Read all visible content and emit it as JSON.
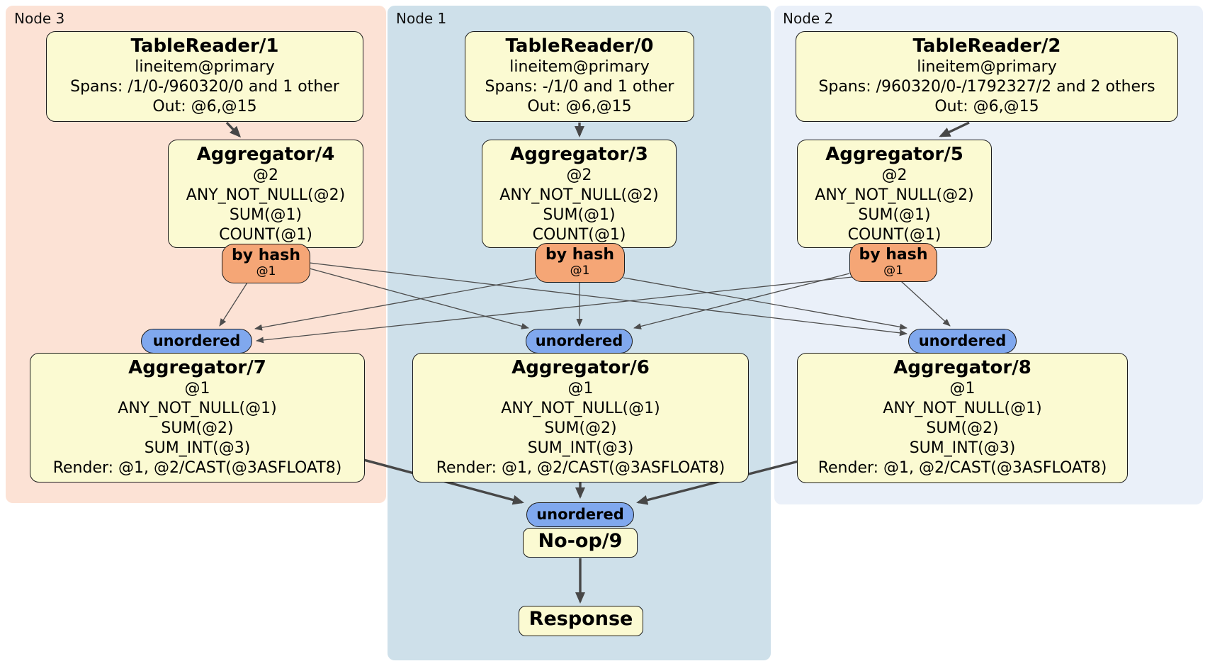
{
  "regions": {
    "node3": {
      "label": "Node 3",
      "bg": "#FCE2D5"
    },
    "node1": {
      "label": "Node 1",
      "bg": "#CEE0EA"
    },
    "node2": {
      "label": "Node 2",
      "bg": "#EAF0F9"
    }
  },
  "processors": {
    "tablereader1": {
      "title": "TableReader/1",
      "lines": [
        "lineitem@primary",
        "Spans: /1/0-/960320/0 and 1 other",
        "Out: @6,@15"
      ]
    },
    "tablereader0": {
      "title": "TableReader/0",
      "lines": [
        "lineitem@primary",
        "Spans: -/1/0 and 1 other",
        "Out: @6,@15"
      ]
    },
    "tablereader2": {
      "title": "TableReader/2",
      "lines": [
        "lineitem@primary",
        "Spans: /960320/0-/1792327/2 and 2 others",
        "Out: @6,@15"
      ]
    },
    "aggregator4": {
      "title": "Aggregator/4",
      "lines": [
        "@2",
        "ANY_NOT_NULL(@2)",
        "SUM(@1)",
        "COUNT(@1)"
      ]
    },
    "aggregator3": {
      "title": "Aggregator/3",
      "lines": [
        "@2",
        "ANY_NOT_NULL(@2)",
        "SUM(@1)",
        "COUNT(@1)"
      ]
    },
    "aggregator5": {
      "title": "Aggregator/5",
      "lines": [
        "@2",
        "ANY_NOT_NULL(@2)",
        "SUM(@1)",
        "COUNT(@1)"
      ]
    },
    "aggregator7": {
      "title": "Aggregator/7",
      "lines": [
        "@1",
        "ANY_NOT_NULL(@1)",
        "SUM(@2)",
        "SUM_INT(@3)",
        "Render: @1, @2/CAST(@3ASFLOAT8)"
      ]
    },
    "aggregator6": {
      "title": "Aggregator/6",
      "lines": [
        "@1",
        "ANY_NOT_NULL(@1)",
        "SUM(@2)",
        "SUM_INT(@3)",
        "Render: @1, @2/CAST(@3ASFLOAT8)"
      ]
    },
    "aggregator8": {
      "title": "Aggregator/8",
      "lines": [
        "@1",
        "ANY_NOT_NULL(@1)",
        "SUM(@2)",
        "SUM_INT(@3)",
        "Render: @1, @2/CAST(@3ASFLOAT8)"
      ]
    },
    "noop9": {
      "title": "No-op/9"
    },
    "response": {
      "title": "Response"
    }
  },
  "routers": {
    "byhash_label": "by hash",
    "byhash_key": "@1",
    "sync_label": "unordered"
  },
  "colors": {
    "processor_fill": "#FBFAD2",
    "router_fill": "#F5A676",
    "sync_fill": "#80A8EE",
    "edge": "#4A4A4A"
  }
}
